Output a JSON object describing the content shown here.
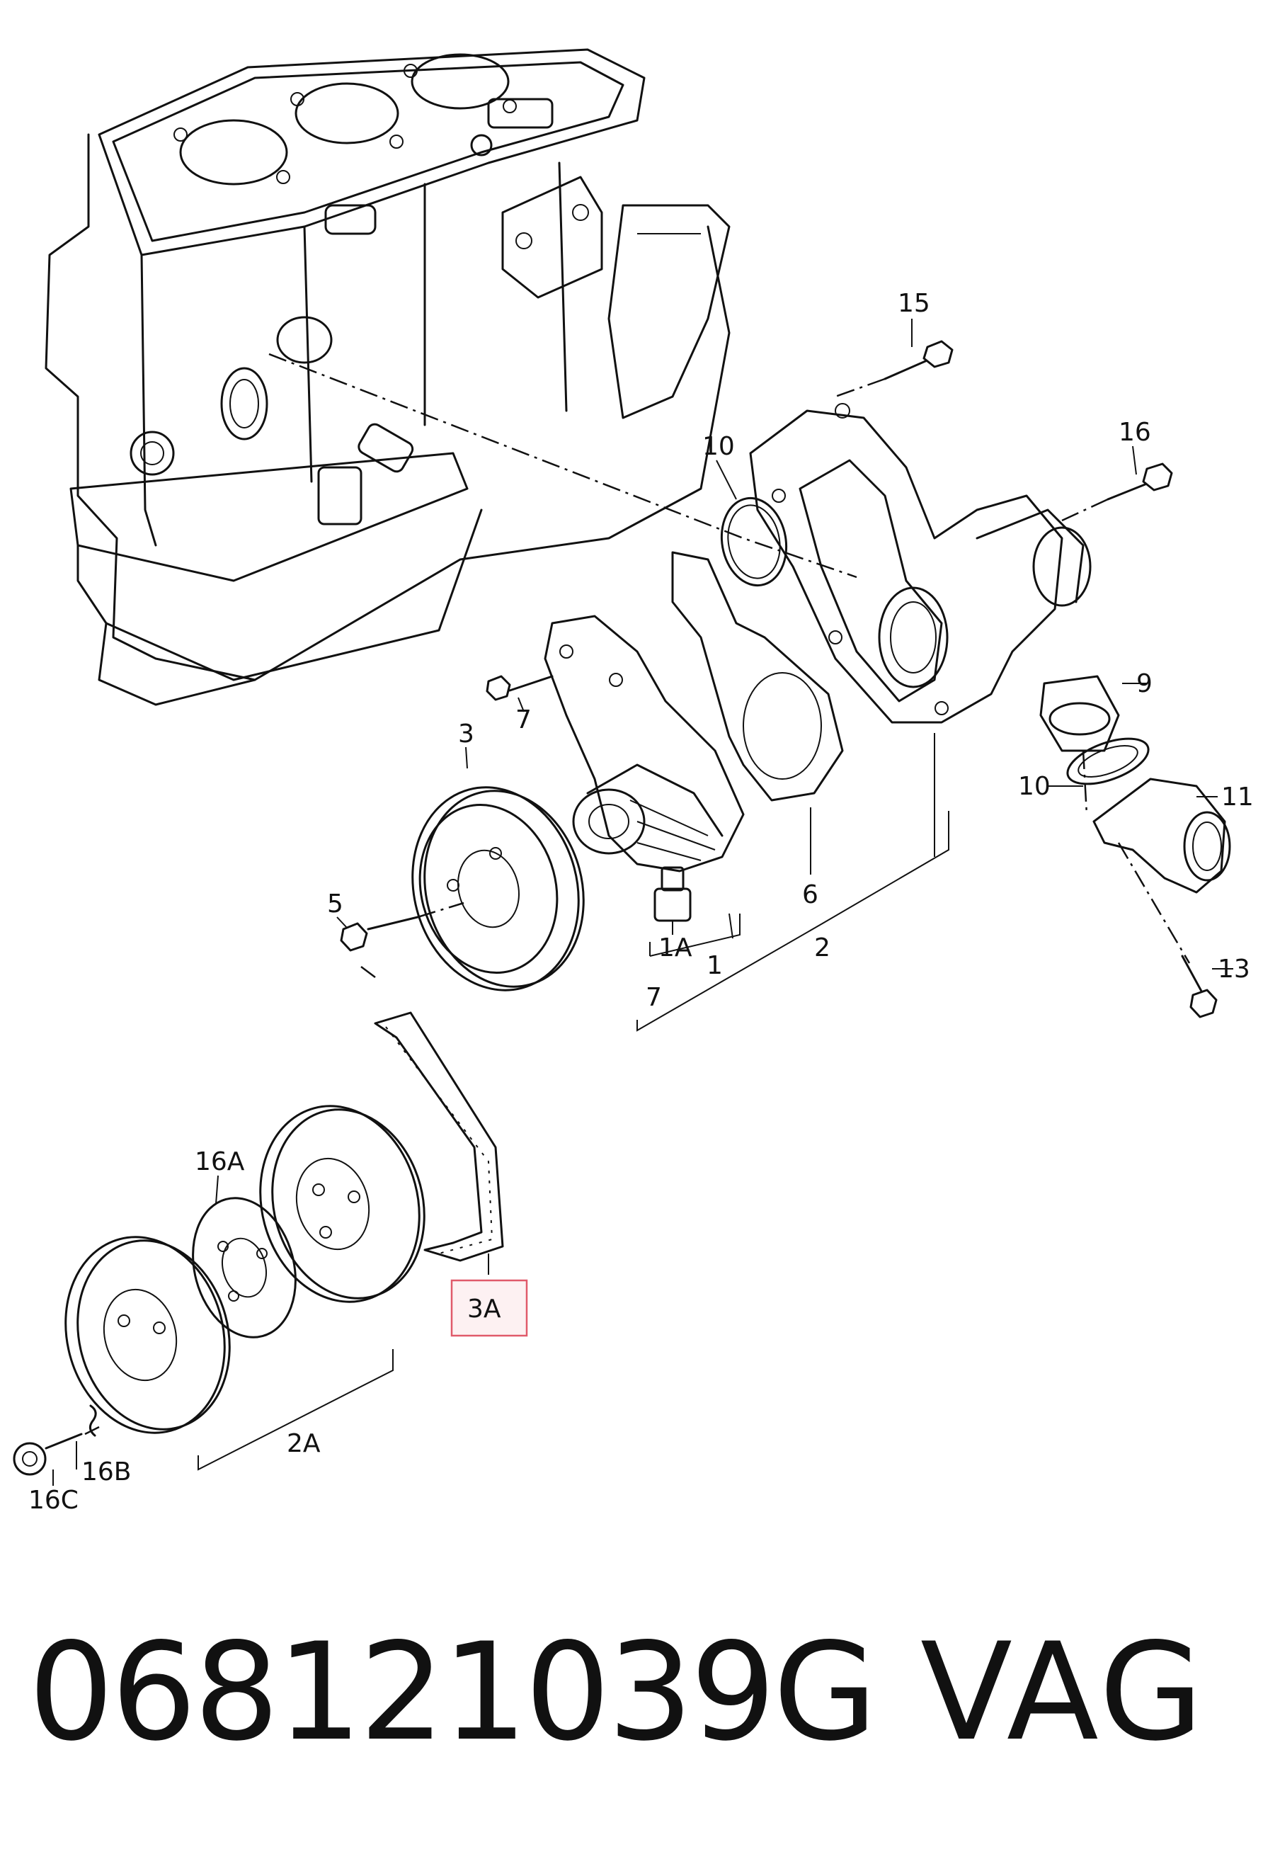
{
  "callouts": {
    "c15": "15",
    "c16": "16",
    "c10a": "10",
    "c9": "9",
    "c10b": "10",
    "c11": "11",
    "c13": "13",
    "c7a": "7",
    "c3": "3",
    "c5": "5",
    "c1A": "1A",
    "c1": "1",
    "c7b": "7",
    "c6": "6",
    "c2": "2",
    "c16A": "16A",
    "c3A": "3A",
    "c2A": "2A",
    "c16B": "16B",
    "c16C": "16C"
  },
  "caption": {
    "part_number": "068121039G",
    "brand": "VAG"
  },
  "colors": {
    "line": "#111111",
    "highlight": "#e05a6a",
    "highlight_fill": "#fbe3e6",
    "background": "#ffffff"
  }
}
